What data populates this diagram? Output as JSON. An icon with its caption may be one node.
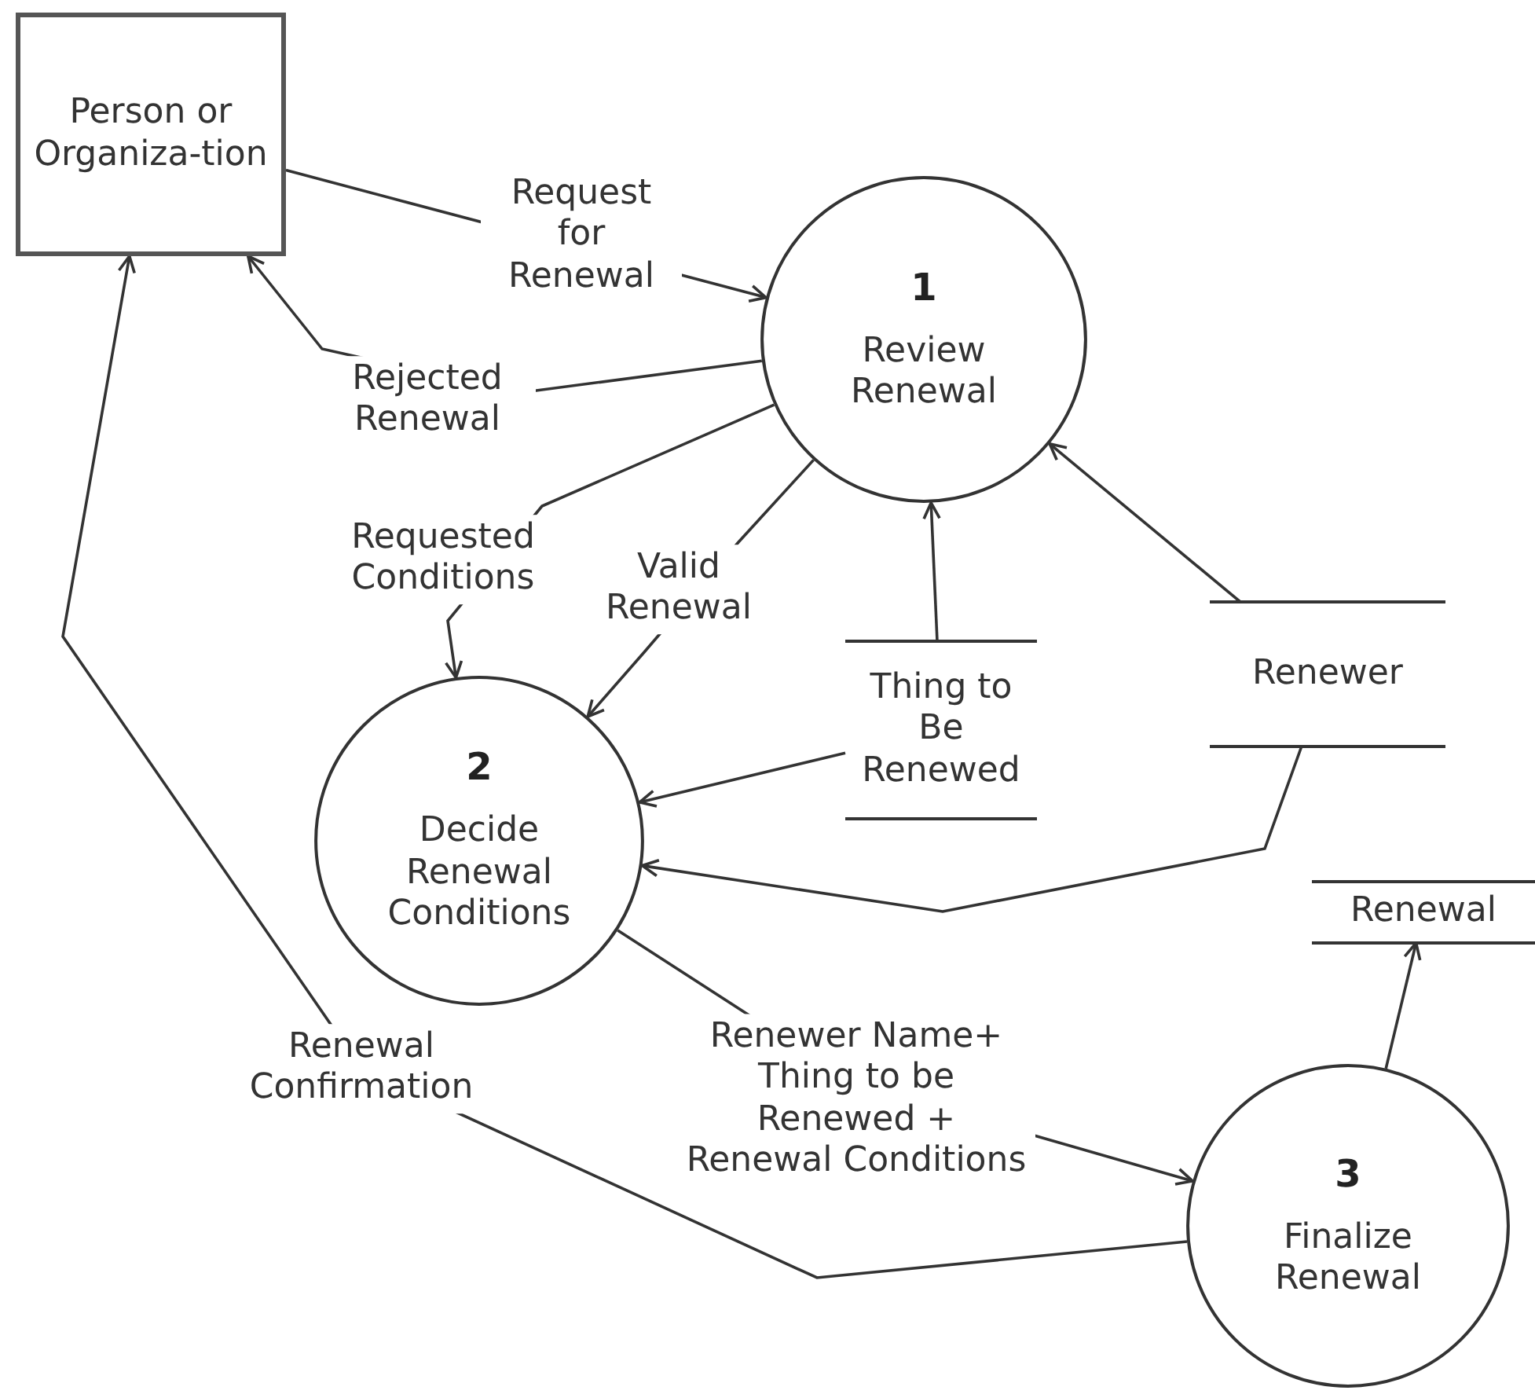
{
  "diagram": {
    "nodes": [
      {
        "text": [
          "Person or Organiza-tion"
        ]
      },
      {
        "text": [
          "1",
          "Review Renewal"
        ]
      },
      {
        "text": [
          "2",
          "Decide Renewal Conditions"
        ]
      },
      {
        "text": [
          "3",
          "Finalize Renewal"
        ]
      },
      {
        "text": [
          "Thing to Be Renewed"
        ]
      },
      {
        "text": [
          "Renewer"
        ]
      },
      {
        "text": [
          "Renewal"
        ]
      }
    ],
    "edges": [
      {
        "from": 0,
        "to": 1,
        "arrow": "to",
        "label": "Request for Renewal"
      },
      {
        "from": 1,
        "to": 0,
        "arrow": "to",
        "label": "Rejected Renewal"
      },
      {
        "from": 1,
        "to": 2,
        "arrow": "to",
        "label": "Requested Conditions"
      },
      {
        "from": 1,
        "to": 2,
        "arrow": "to",
        "label": "Valid Renewal"
      },
      {
        "from": 4,
        "to": 1,
        "arrow": "to"
      },
      {
        "from": 5,
        "to": 1,
        "arrow": "to"
      },
      {
        "from": 4,
        "to": 2,
        "arrow": "to"
      },
      {
        "from": 5,
        "to": 2,
        "arrow": "to"
      },
      {
        "from": 2,
        "to": 3,
        "arrow": "to",
        "label": "Renewer Name+ Thing to be Renewed + Renewal Conditions"
      },
      {
        "from": 3,
        "to": 6,
        "arrow": "to"
      },
      {
        "from": 3,
        "to": 0,
        "arrow": "to",
        "label": "Renewal Confirmation"
      }
    ]
  }
}
